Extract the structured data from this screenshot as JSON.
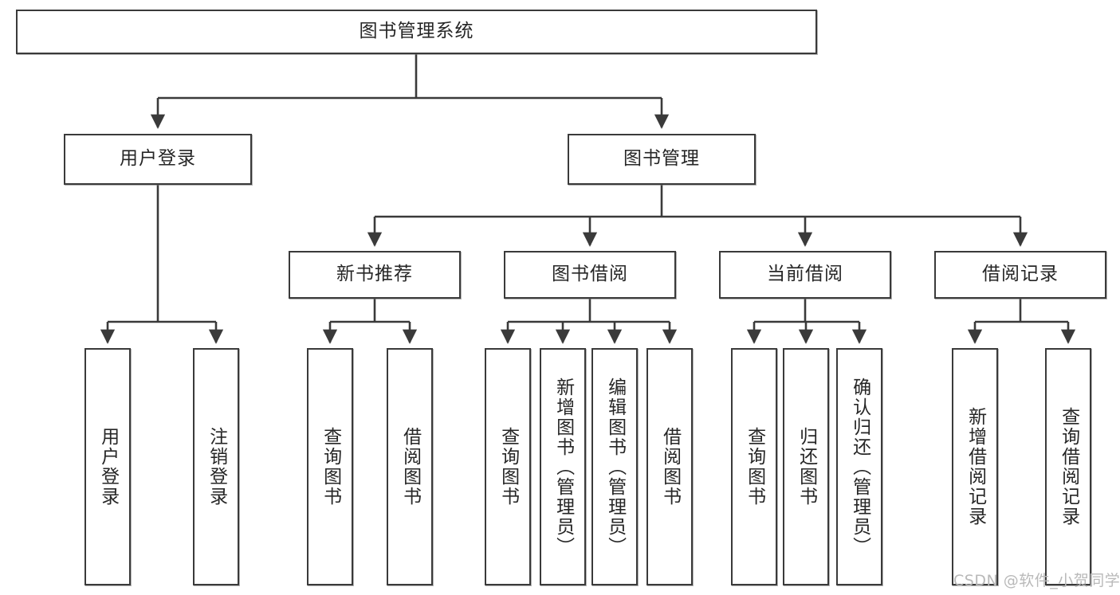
{
  "diagram": {
    "type": "tree",
    "title": "图书管理系统",
    "orientation": "top-down",
    "watermark": "CSDN @软件_小贺同学",
    "colors": {
      "box_border": "#3a3a3a",
      "box_fill": "#ffffff",
      "text": "#262626",
      "edge": "#3a3a3a",
      "watermark": "#b9b9b9"
    },
    "nodes": {
      "root": {
        "label": "图书管理系统"
      },
      "level2": [
        {
          "id": "user_login",
          "label": "用户登录"
        },
        {
          "id": "book_mgmt",
          "label": "图书管理"
        }
      ],
      "level3": [
        {
          "id": "new_book_rec",
          "label": "新书推荐",
          "parent": "book_mgmt"
        },
        {
          "id": "book_borrow",
          "label": "图书借阅",
          "parent": "book_mgmt"
        },
        {
          "id": "current_borrow",
          "label": "当前借阅",
          "parent": "book_mgmt"
        },
        {
          "id": "borrow_record",
          "label": "借阅记录",
          "parent": "book_mgmt"
        }
      ],
      "leaves": [
        {
          "id": "leaf_user_login",
          "label": "用户登录",
          "parent": "user_login"
        },
        {
          "id": "leaf_user_logout",
          "label": "注销登录",
          "parent": "user_login"
        },
        {
          "id": "leaf_nbr_query",
          "label": "查询图书",
          "parent": "new_book_rec"
        },
        {
          "id": "leaf_nbr_borrow",
          "label": "借阅图书",
          "parent": "new_book_rec"
        },
        {
          "id": "leaf_bb_query",
          "label": "查询图书",
          "parent": "book_borrow"
        },
        {
          "id": "leaf_bb_add",
          "label": "新增图书（管理员）",
          "parent": "book_borrow"
        },
        {
          "id": "leaf_bb_edit",
          "label": "编辑图书（管理员）",
          "parent": "book_borrow"
        },
        {
          "id": "leaf_bb_borrow",
          "label": "借阅图书",
          "parent": "book_borrow"
        },
        {
          "id": "leaf_cb_query",
          "label": "查询图书",
          "parent": "current_borrow"
        },
        {
          "id": "leaf_cb_return",
          "label": "归还图书",
          "parent": "current_borrow"
        },
        {
          "id": "leaf_cb_confirm",
          "label": "确认归还（管理员）",
          "parent": "current_borrow"
        },
        {
          "id": "leaf_br_add",
          "label": "新增借阅记录",
          "parent": "borrow_record"
        },
        {
          "id": "leaf_br_query",
          "label": "查询借阅记录",
          "parent": "borrow_record"
        }
      ]
    }
  }
}
